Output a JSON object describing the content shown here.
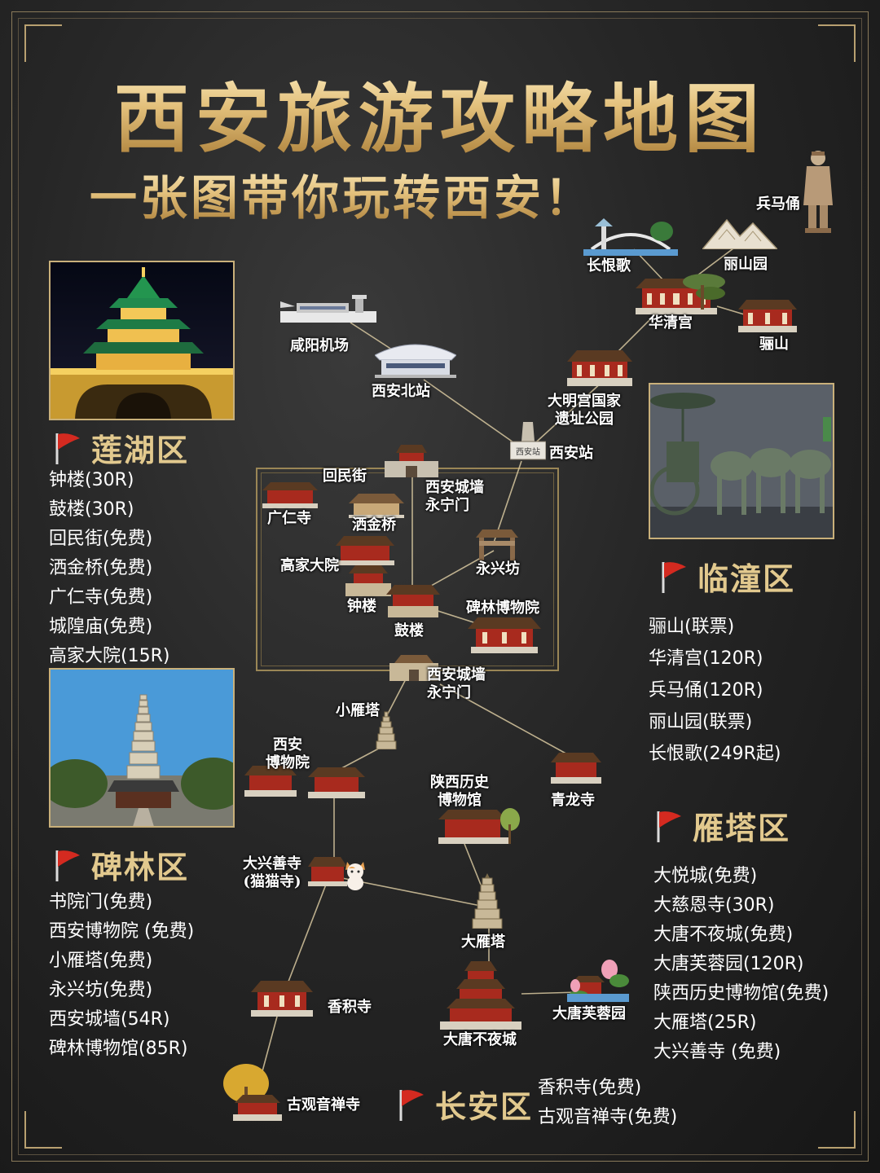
{
  "title": "西安旅游攻略地图",
  "subtitle": "一张图带你玩转西安！",
  "districts": {
    "lianhu": {
      "name": "莲湖区",
      "items": [
        "钟楼(30R)",
        "鼓楼(30R)",
        "回民街(免费)",
        "洒金桥(免费)",
        "广仁寺(免费)",
        "城隍庙(免费)",
        "高家大院(15R)"
      ]
    },
    "beilin": {
      "name": "碑林区",
      "items": [
        "书院门(免费)",
        "西安博物院 (免费)",
        "小雁塔(免费)",
        "永兴坊(免费)",
        "西安城墙(54R)",
        "碑林博物馆(85R)"
      ]
    },
    "lintong": {
      "name": "临潼区",
      "items": [
        "骊山(联票)",
        "华清宫(120R)",
        "兵马俑(120R)",
        "丽山园(联票)",
        "长恨歌(249R起)"
      ]
    },
    "yanta": {
      "name": "雁塔区",
      "items": [
        "大悦城(免费)",
        "大慈恩寺(30R)",
        "大唐不夜城(免费)",
        "大唐芙蓉园(120R)",
        "陕西历史博物馆(免费)",
        "大雁塔(25R)",
        "大兴善寺 (免费)"
      ]
    },
    "changan": {
      "name": "长安区",
      "items": [
        "香积寺(免费)",
        "古观音禅寺(免费)"
      ]
    }
  },
  "map_labels": {
    "bingmayong": "兵马俑",
    "changhenge": "长恨歌",
    "lishanyuan": "丽山园",
    "huaqinggong": "华清宫",
    "lishan": "骊山",
    "xianyang": "咸阳机场",
    "xian_north": "西安北站",
    "daminggong": "大明宫国家\n遗址公园",
    "xian_station": "西安站",
    "sign_text": "西安站",
    "huiminjie": "回民街",
    "wall_top": "西安城墙\n永宁门",
    "guangrensi": "广仁寺",
    "sajinqiao": "洒金桥",
    "gaojia": "高家大院",
    "yongxingfang": "永兴坊",
    "zhonglou": "钟楼",
    "gulou": "鼓楼",
    "beilin_museum": "碑林博物院",
    "wall_bottom": "西安城墙\n永宁门",
    "xiaoyanta": "小雁塔",
    "xian_museum": "西安\n博物院",
    "shaanxi_museum": "陕西历史\n博物馆",
    "qinglongsi": "青龙寺",
    "daxingshan": "大兴善寺\n(猫猫寺)",
    "dayanta": "大雁塔",
    "xiangjisi": "香积寺",
    "furongyuan": "大唐芙蓉园",
    "budaycheng": "大唐不夜城",
    "guanyin": "古观音禅寺"
  },
  "colors": {
    "gold": "#e2c98e",
    "flag_red": "#d42a20",
    "roof": "#5a3a22",
    "wall": "#a82a1e"
  }
}
